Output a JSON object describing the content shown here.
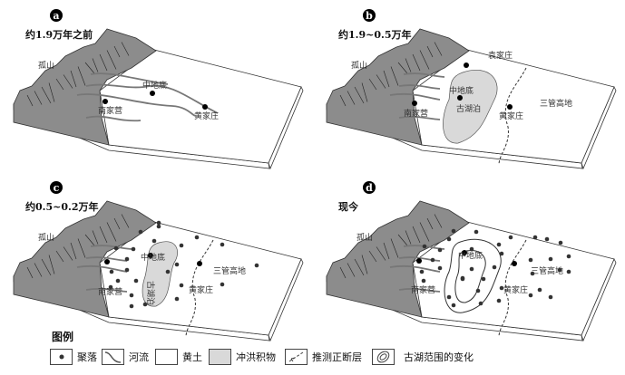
{
  "panels": [
    {
      "letter": "a",
      "era": "约1.9万年之前",
      "labels": {
        "hill": "孤山",
        "nanjiaying": "南家营",
        "zhongdidi": "中地底",
        "huangjiazhuang": "黄家庄"
      }
    },
    {
      "letter": "b",
      "era": "约1.9~0.5万年",
      "labels": {
        "hill": "孤山",
        "nanjiaying": "南家营",
        "zhongdidi": "中地底",
        "huangjiazhuang": "黄家庄",
        "yuanjiazhuang": "袁家庄",
        "lake": "古湖泊",
        "highland": "三管高地"
      }
    },
    {
      "letter": "c",
      "era": "约0.5~0.2万年",
      "labels": {
        "hill": "孤山",
        "nanjiaying": "南家营",
        "zhongdidi": "中地底",
        "huangjiazhuang": "黄家庄",
        "lake": "古湖泊",
        "highland": "三管高地"
      }
    },
    {
      "letter": "d",
      "era": "现今",
      "labels": {
        "hill": "孤山",
        "nanjiaying": "南家营",
        "zhongdidi": "中地底",
        "huangjiazhuang": "黄家庄",
        "highland": "三管高地"
      }
    }
  ],
  "legend": {
    "title": "图例",
    "items": [
      {
        "icon": "settlement-dot",
        "label": "聚落"
      },
      {
        "icon": "river-line",
        "label": "河流"
      },
      {
        "icon": "loess-blank",
        "label": "黄土"
      },
      {
        "icon": "alluvial-fill",
        "label": "冲洪积物"
      },
      {
        "icon": "fault-dashed",
        "label": "推测正断层"
      },
      {
        "icon": "lake-change-rings",
        "label": "古湖范围的变化"
      }
    ]
  },
  "colors": {
    "mountain": "#8c8c8c",
    "alluvial": "#d9d9d9",
    "dot": "#333333",
    "line": "#333333"
  }
}
